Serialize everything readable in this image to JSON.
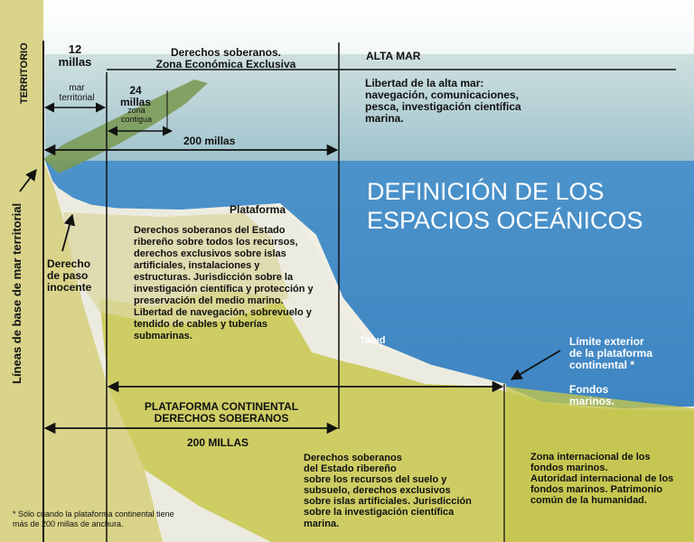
{
  "title": [
    "DEFINICIÓN DE LOS",
    "ESPACIOS OCEÁNICOS"
  ],
  "colors": {
    "sky": "#eef6f4",
    "deep_water": "#4c93cb",
    "surface_water": "#9dc2cd",
    "shelf": "#dcd7a2",
    "seabed": "#c9c84e",
    "rock": "#ecebe0",
    "coastal_vegetation": "#7c9b57",
    "lines": "#111111",
    "title": "#ffffff"
  },
  "labels": {
    "territorio": "TERRITORIO",
    "lineas_base": "Líneas de base de mar territorial",
    "mar_territorial_dist": "12\nmillas",
    "mar_territorial": "mar\nterritorial",
    "zona_contigua_dist": "24\nmillas",
    "zona_contigua": "zona\ncontigua",
    "zee": "Derechos soberanos.\nZona Económica Exclusiva",
    "alta_mar": "ALTA MAR",
    "libertad_alta_mar": "Libertad de la alta mar:\nnavegación, comunicaciones,\npesca, investigación científica\nmarina.",
    "doscientas_millas": "200 millas",
    "plataforma": "Plataforma",
    "derecho_paso": "Derecho\nde paso\ninocente",
    "derechos_estado_ribereno": "Derechos soberanos del Estado\nribereño sobre todos los recursos,\nderechos exclusivos sobre islas\nartificiales, instalaciones y\nestructuras. Jurisdicción sobre la\ninvestigación científica y protección y\npreservación del medio marino.\nLibertad de navegación, sobrevuelo y\ntendido de cables y tuberías\nsubmarinas.",
    "talud": "Talud",
    "limite_exterior": "Límite exterior\nde la plataforma\ncontinental *",
    "fondos_marinos": "Fondos\nmarinos.",
    "plataforma_continental": "PLATAFORMA CONTINENTAL\nDERECHOS SOBERANOS",
    "doscientas_millas_caps": "200 MILLAS",
    "derechos_suelo_subsuelo": "Derechos soberanos\ndel Estado ribereño\nsobre los recursos del suelo y\nsubsuelo, derechos exclusivos\nsobre islas artificiales. Jurisdicción\nsobre la investigación científica\nmarina.",
    "zona_internacional": "Zona internacional de los\nfondos marinos.\nAutoridad internacional de los\nfondos marinos. Patrimonio\ncomún de la humanidad.",
    "nota": "* Sólo cuando la plataforma continental tiene\nmás de 200 millas de anchura."
  }
}
